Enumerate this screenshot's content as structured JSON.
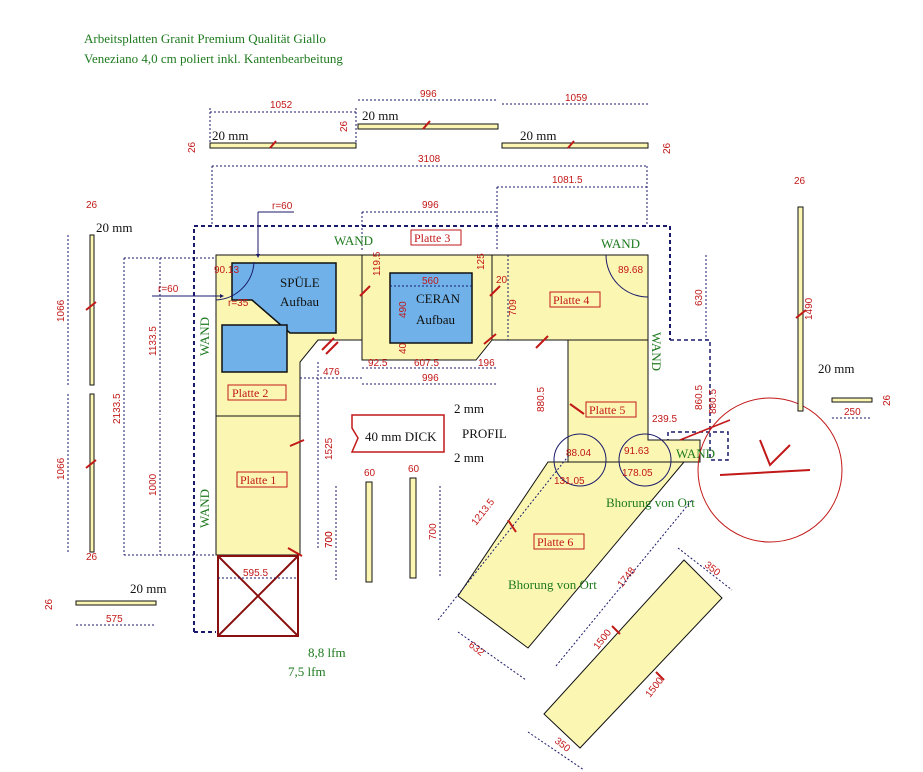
{
  "header": {
    "line1": "Arbeitsplatten Granit Premium Qualität Giallo",
    "line2": "Veneziano 4,0 cm poliert inkl. Kantenbearbeitung"
  },
  "colors": {
    "slab": "#fbf7b3",
    "sink": "#6fb1e8",
    "dim": "#c21818",
    "text": "#1f7a1f",
    "outline": "#1a1a6b"
  },
  "walls": {
    "top_left": "WAND",
    "top_right": "WAND",
    "left_upper": "WAND",
    "left_lower": "WAND",
    "right": "WAND",
    "right_lower": "WAND"
  },
  "plates": {
    "p1": "Platte 1",
    "p2": "Platte 2",
    "p3": "Platte 3",
    "p4": "Platte 4",
    "p5": "Platte 5",
    "p6": "Platte 6"
  },
  "cutouts": {
    "sink_l1": "SPÜLE",
    "sink_l2": "Aufbau",
    "hob_l1": "CERAN",
    "hob_l2": "Aufbau"
  },
  "notes": {
    "thick": "40 mm DICK",
    "profile": "PROFIL",
    "profile_top": "2 mm",
    "profile_bottom": "2 mm",
    "bohrung1": "Bhorung von Ort",
    "bohrung2": "Bhorung von Ort",
    "lfm1": "8,8 lfm",
    "lfm2": "7,5 lfm"
  },
  "strips": {
    "s1_label": "20 mm",
    "s1_len": "1052",
    "s1_h": "26",
    "s2_label": "20 mm",
    "s2_len": "996",
    "s2_h": "26",
    "s3_label": "20 mm",
    "s3_len": "1059",
    "s3_h": "26",
    "left_label": "20 mm",
    "left_top": "26",
    "left_bot": "26",
    "left_a": "1066",
    "left_b": "1066",
    "right_label": "20 mm",
    "right_top": "26",
    "right_len": "1490",
    "small_label": "20 mm",
    "small_len": "250",
    "small_h": "26",
    "bottom_label": "20 mm",
    "bottom_len": "575",
    "bottom_h": "26",
    "v1_top": "60",
    "v1_len": "700",
    "v2_top": "60",
    "v2_len": "700"
  },
  "dims": {
    "d3108": "3108",
    "d1081": "1081.5",
    "d996a": "996",
    "r60a": "r=60",
    "r60b": "r=60",
    "r35": "r=35",
    "a9013": "90.13",
    "a9068": "89.68",
    "d1195": "119.5",
    "d125": "125",
    "d20": "20",
    "d560": "560",
    "d490": "490",
    "d709": "709",
    "d630": "630",
    "d40": "40",
    "d925": "92.5",
    "d6075": "607.5",
    "d196": "196",
    "d996b": "996",
    "d476": "476",
    "d21335": "2133.5",
    "d11335": "1133.5",
    "d1000": "1000",
    "d1525": "1525",
    "d700": "700",
    "d5955": "595.5",
    "d8805a": "880.5",
    "d8605": "860.5",
    "d8805b": "880.5",
    "d2395": "239.5",
    "a8804": "88.04",
    "a9163": "91.63",
    "a13105": "131.05",
    "a17805": "178.05",
    "d12135": "1213.5",
    "d1748": "1748",
    "d632": "632",
    "d1500a": "1500",
    "d1500b": "1500",
    "d350a": "350",
    "d350b": "350"
  }
}
